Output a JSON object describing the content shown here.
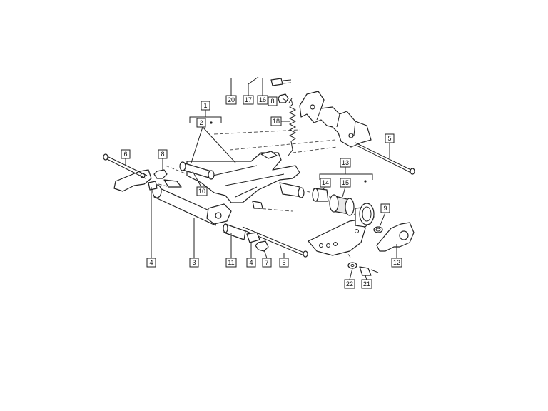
{
  "diagram": {
    "colors": {
      "line": "#222222",
      "background": "#ffffff",
      "fill": "#e9e9e9"
    },
    "callouts": [
      {
        "id": "c1",
        "label": "1"
      },
      {
        "id": "c2",
        "label": "2"
      },
      {
        "id": "c3",
        "label": "3"
      },
      {
        "id": "c4a",
        "label": "4"
      },
      {
        "id": "c4b",
        "label": "4"
      },
      {
        "id": "c5a",
        "label": "5"
      },
      {
        "id": "c5b",
        "label": "5"
      },
      {
        "id": "c6",
        "label": "6"
      },
      {
        "id": "c7",
        "label": "7"
      },
      {
        "id": "c8a",
        "label": "8"
      },
      {
        "id": "c8b",
        "label": "8"
      },
      {
        "id": "c9",
        "label": "9"
      },
      {
        "id": "c10",
        "label": "10"
      },
      {
        "id": "c11",
        "label": "11"
      },
      {
        "id": "c12",
        "label": "12"
      },
      {
        "id": "c13",
        "label": "13"
      },
      {
        "id": "c14",
        "label": "14"
      },
      {
        "id": "c15",
        "label": "15"
      },
      {
        "id": "c16",
        "label": "16"
      },
      {
        "id": "c17",
        "label": "17"
      },
      {
        "id": "c18",
        "label": "18"
      },
      {
        "id": "c20",
        "label": "20"
      },
      {
        "id": "c21",
        "label": "21"
      },
      {
        "id": "c22",
        "label": "22"
      }
    ]
  }
}
